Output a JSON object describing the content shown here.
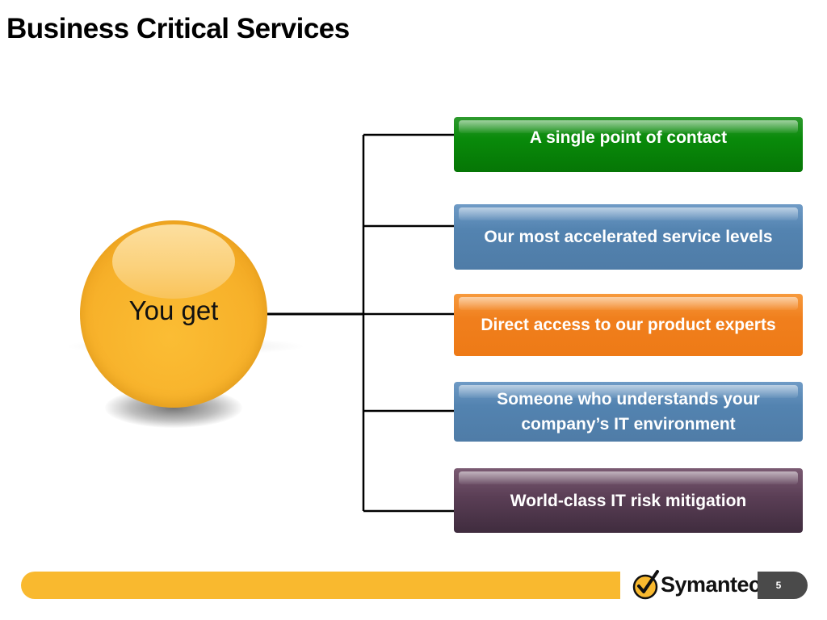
{
  "slide": {
    "title": "Business Critical Services",
    "hub_label": "You get",
    "items": [
      {
        "label": "A single point of contact",
        "color": "#098a0a"
      },
      {
        "label": "Our most accelerated service levels",
        "color": "#5383b0"
      },
      {
        "label": "Direct access to our product experts",
        "color": "#f07f1d"
      },
      {
        "label": "Someone who understands your company’s IT environment",
        "color": "#5383b0"
      },
      {
        "label": "World-class IT risk mitigation",
        "color": "#4f3749"
      }
    ],
    "hub_color": "#f9b92f"
  },
  "footer": {
    "brand": "Symantec",
    "brand_mark": ".",
    "page_number": "5",
    "bar_color": "#f9b92f",
    "logo_icon": "checkmark-seal-icon"
  }
}
